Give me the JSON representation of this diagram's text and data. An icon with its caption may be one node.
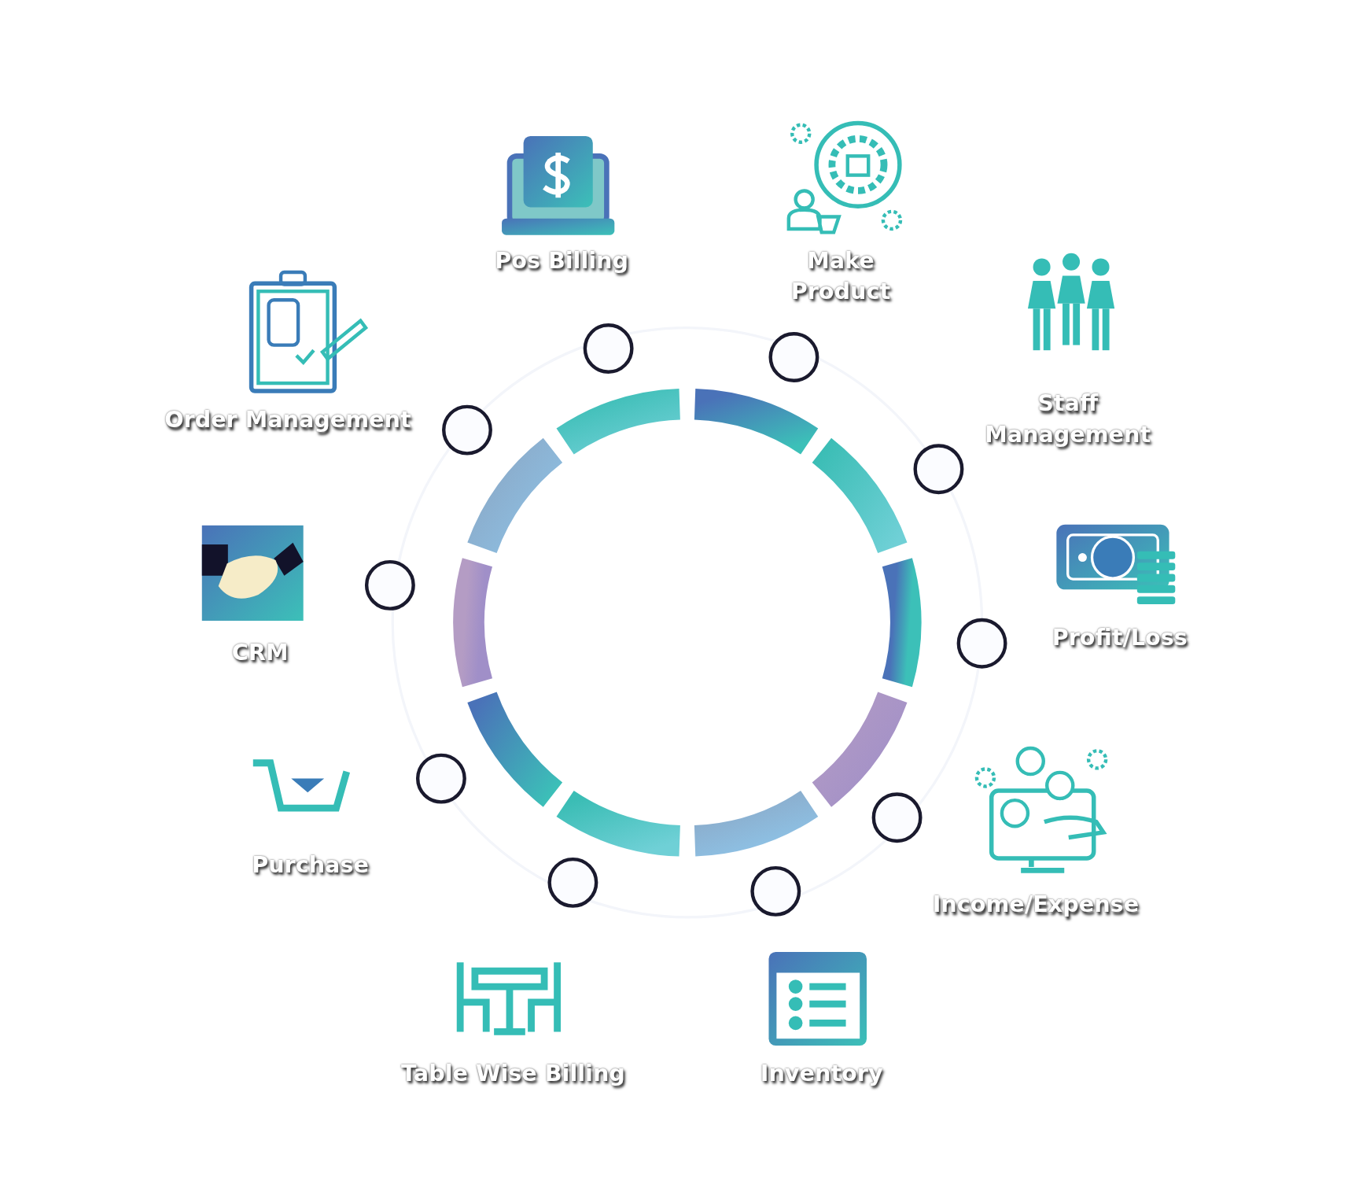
{
  "diagram": {
    "labels": [
      "Pos Billing",
      "Make Product",
      "Staff Management",
      "Profit/Loss",
      "Income/Expense",
      "Inventory",
      "Table Wise Billing",
      "Purchase",
      "CRM",
      "Order Management"
    ]
  }
}
